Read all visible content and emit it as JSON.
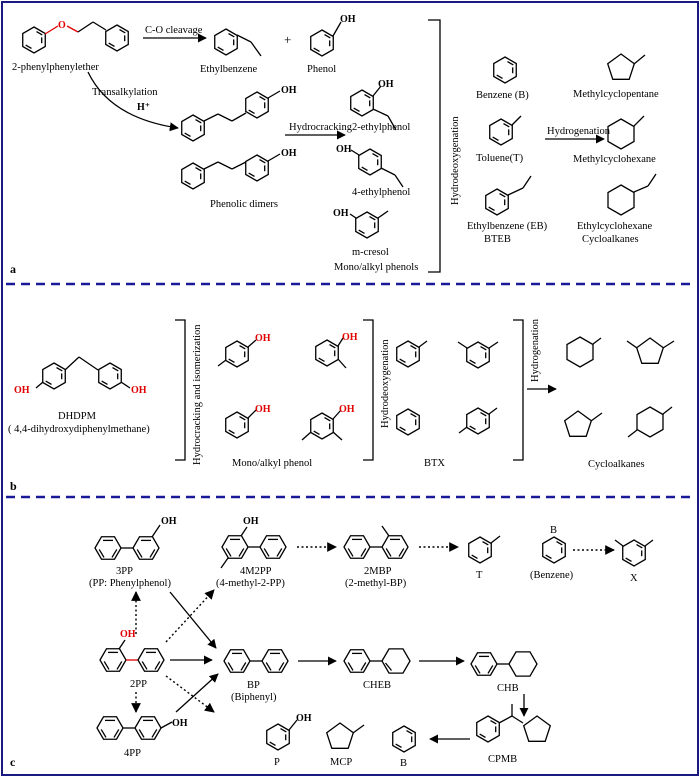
{
  "colors": {
    "frame": "#1a1a80",
    "divider": "#1a1a99",
    "oxygen_red": "#e00000",
    "bond": "#000000"
  },
  "atoms": {
    "O": "O",
    "OH": "OH",
    "H_plus": "H⁺"
  },
  "panel_a": {
    "letter": "a",
    "reactant": "2-phenylphenylether",
    "cleavage_label": "C-O cleavage",
    "plus": "+",
    "ethylbenzene": "Ethylbenzene",
    "phenol": "Phenol",
    "transalkylation": "Transalkylation",
    "phenolic_dimers": "Phenolic dimers",
    "hydrocracking": "Hydrocracking",
    "ethylphenol_2": "2-ethylphenol",
    "ethylphenol_4": "4-ethylphenol",
    "mcresol": "m-cresol",
    "mono_alkyl": "Mono/alkyl phenols",
    "hdo": "Hydrodeoxygenation",
    "benzene": "Benzene (B)",
    "toluene": "Toluene(T)",
    "eb": "Ethylbenzene (EB)",
    "bteb": "BTEB",
    "hydrogenation": "Hydrogenation",
    "mcp": "Methylcyclopentane",
    "mch": "Methylcyclohexane",
    "ech": "Ethylcyclohexane",
    "cycloalkanes": "Cycloalkanes"
  },
  "panel_b": {
    "letter": "b",
    "dhdpm": "DHDPM",
    "dhdpm_full": "( 4,4-dihydroxydiphenylmethane)",
    "hc_iso": "Hydrocracking and isomerization",
    "mono_alkyl": "Mono/alkyl phenol",
    "hdo": "Hydrodeoxygenation",
    "btx": "BTX",
    "hydrogenation": "Hydrogenation",
    "cycloalkanes": "Cycloalkanes"
  },
  "panel_c": {
    "letter": "c",
    "pp3": "3PP",
    "pp3_full": "(PP: Phenylphenol)",
    "pp4m2": "4M2PP",
    "pp4m2_full": "(4-methyl-2-PP)",
    "mbp2": "2MBP",
    "mbp2_full": "(2-methyl-BP)",
    "t": "T",
    "b_top": "B",
    "benzene_full": "(Benzene)",
    "x": "X",
    "pp2": "2PP",
    "bp": "BP",
    "bp_full": "(Biphenyl)",
    "cheb": "CHEB",
    "chb": "CHB",
    "pp4": "4PP",
    "p": "P",
    "mcp": "MCP",
    "b_bottom": "B",
    "cpmb": "CPMB"
  }
}
